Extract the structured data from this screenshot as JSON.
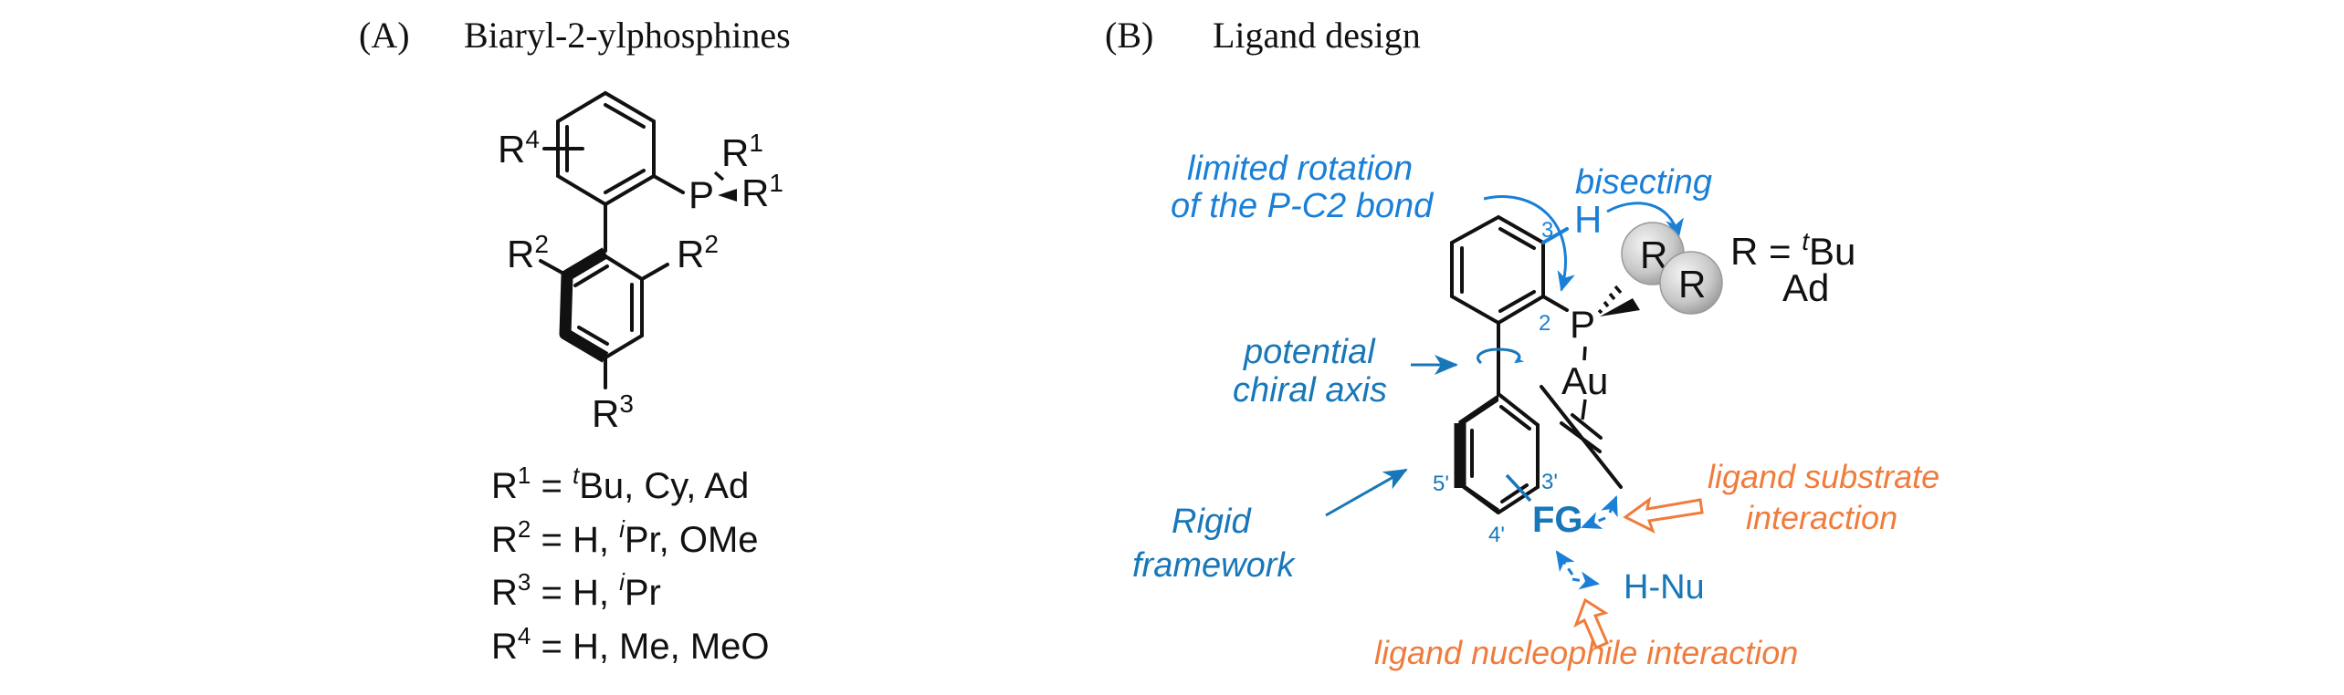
{
  "colors": {
    "ink": "#111111",
    "annotation_blue": "#1a7fd6",
    "structure_blue": "#1877b8",
    "interaction_orange": "#f07c3c",
    "sphere_light": "#f2f2f2",
    "sphere_dark": "#9a9a9a"
  },
  "panel_a": {
    "label": "(A)",
    "title": "Biaryl-2-ylphosphines",
    "structure": {
      "atoms": {
        "phosphorus": "P",
        "r1_top": {
          "base": "R",
          "sup": "1"
        },
        "r1_right": {
          "base": "R",
          "sup": "1"
        },
        "r4": {
          "base": "R",
          "sup": "4"
        },
        "r2_left": {
          "base": "R",
          "sup": "2"
        },
        "r2_right": {
          "base": "R",
          "sup": "2"
        },
        "r3": {
          "base": "R",
          "sup": "3"
        }
      }
    },
    "substituents": [
      {
        "base": "R",
        "sup": "1",
        "eq": " = ",
        "prefix_sup": "t",
        "value": "Bu, Cy, Ad"
      },
      {
        "base": "R",
        "sup": "2",
        "eq": " = H, ",
        "prefix_sup": "i",
        "value": "Pr, OMe"
      },
      {
        "base": "R",
        "sup": "3",
        "eq": " = H, ",
        "prefix_sup": "i",
        "value": "Pr"
      },
      {
        "base": "R",
        "sup": "4",
        "eq": " = H, Me, MeO",
        "prefix_sup": "",
        "value": ""
      }
    ]
  },
  "panel_b": {
    "label": "(B)",
    "title": "Ligand design",
    "annotations": {
      "limited_rotation_line1": "limited rotation",
      "limited_rotation_line2": "of the P-C2 bond",
      "bisecting": "bisecting",
      "potential_line1": "potential",
      "potential_line2": "chiral axis",
      "rigid_line1": "Rigid",
      "rigid_line2": "framework",
      "ligand_substrate_line1": "ligand substrate",
      "ligand_substrate_line2": "interaction",
      "ligand_nucleophile": "ligand nucleophile interaction"
    },
    "atoms": {
      "hydrogen": "H",
      "phosphorus": "P",
      "gold": "Au",
      "r_sphere_1": "R",
      "r_sphere_2": "R",
      "functional_group": "FG",
      "nucleophile": "H-Nu"
    },
    "positions": {
      "c2": "2",
      "c3": "3",
      "c3p": "3'",
      "c4p": "4'",
      "c5p": "5'"
    },
    "r_definition": {
      "lhs": "R = ",
      "sup": "t",
      "line1": "Bu",
      "line2": "Ad"
    }
  }
}
